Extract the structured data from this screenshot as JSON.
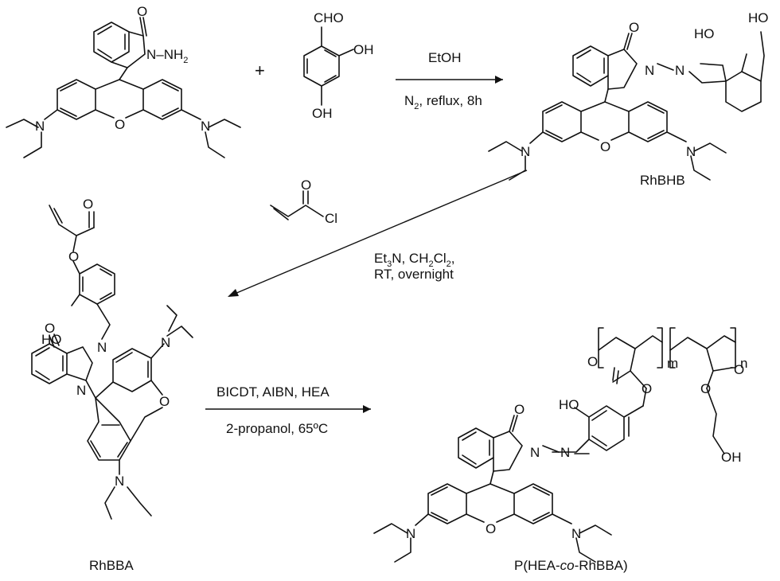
{
  "compounds": {
    "rhb": {
      "n_nh2": "N–NH",
      "nh2_sub": "2",
      "ring_n": "N",
      "o_carbonyl": "O",
      "n_left": "N",
      "n_right": "N",
      "o_bridge": "O"
    },
    "aldehyde": {
      "cho": "CHO",
      "oh_top": "OH",
      "oh_bottom": "OH"
    },
    "acryloyl": {
      "o": "O",
      "cl": "Cl"
    },
    "rhbhb": {
      "name": "RhBHB",
      "oh_left": "HO",
      "oh_right": "HO",
      "n1": "N",
      "n2": "N",
      "o": "O",
      "n_left": "N",
      "n_right": "N",
      "o_bridge": "O"
    },
    "rhbba": {
      "name": "RhBBA",
      "ho": "HO",
      "o_ester": "O",
      "o_carbonyl": "O",
      "n1": "N",
      "n2": "N",
      "o": "O",
      "n_top": "N",
      "n_bottom": "N",
      "o_bridge": "O"
    },
    "polymer": {
      "name_prefix": "P(HEA-",
      "name_italic": "co",
      "name_suffix": "-RhBBA)",
      "m": "m",
      "n": "n",
      "ho": "HO",
      "o1": "O",
      "o2": "O",
      "o3": "O",
      "o4": "O",
      "oh": "OH",
      "o_co": "O",
      "n1": "N",
      "n2": "N",
      "n_left": "N",
      "n_right": "N",
      "o_bridge": "O"
    }
  },
  "reactions": [
    {
      "above": "EtOH",
      "below_pre": "N",
      "below_sub": "2",
      "below_post": ", reflux, 8h"
    },
    {
      "line1_a": "Et",
      "line1_a_sub": "3",
      "line1_b": "N, CH",
      "line1_b_sub": "2",
      "line1_c": "Cl",
      "line1_c_sub": "2",
      "line1_d": ",",
      "line2": "RT, overnight"
    },
    {
      "above": "BICDT, AIBN, HEA",
      "below": "2-propanol, 65ºC"
    }
  ]
}
